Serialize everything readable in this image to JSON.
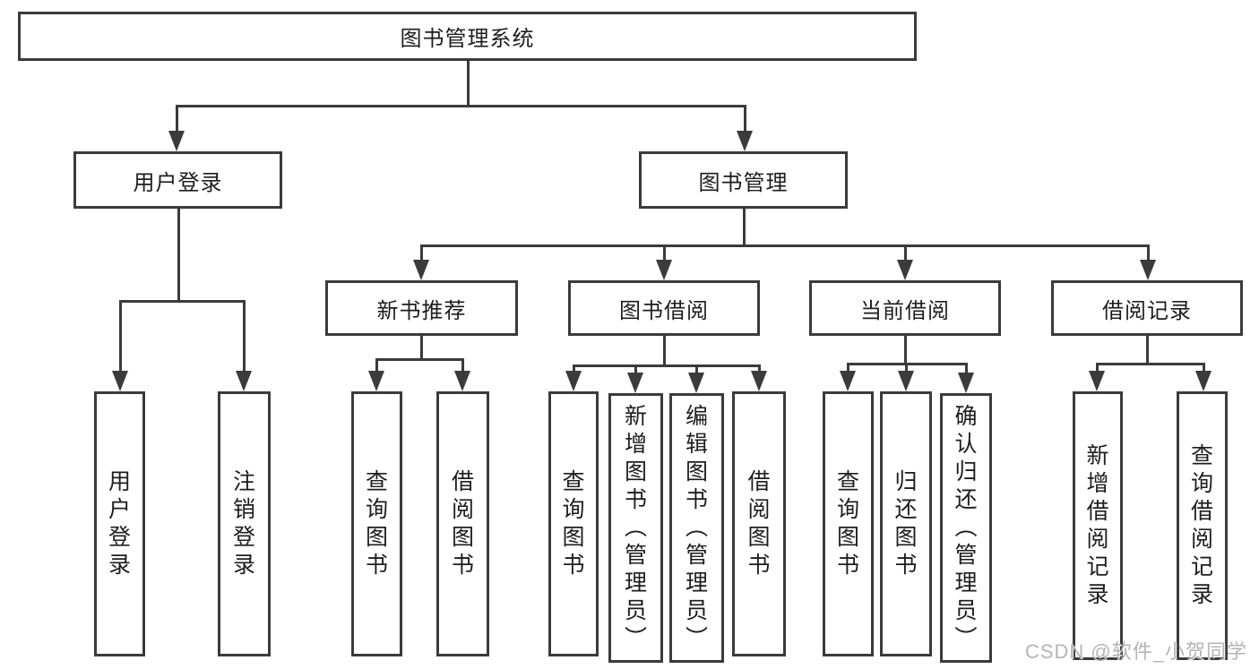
{
  "diagram": {
    "title": "图书管理系统",
    "watermark": "CSDN @软件_小贺同学",
    "colors": {
      "background": "#ffffff",
      "box_border": "#3b3b3b",
      "box_fill": "#ffffff",
      "line": "#3b3b3b",
      "text": "#1d1d1d",
      "watermark": "#b4b4b4"
    },
    "nodes": [
      {
        "id": "root",
        "label": "图书管理系统",
        "orientation": "horizontal",
        "level": 1
      },
      {
        "id": "user-login",
        "label": "用户登录",
        "orientation": "horizontal",
        "level": 2
      },
      {
        "id": "book-management",
        "label": "图书管理",
        "orientation": "horizontal",
        "level": 2
      },
      {
        "id": "new-book-recommend",
        "label": "新书推荐",
        "orientation": "horizontal",
        "level": 3
      },
      {
        "id": "book-borrowing",
        "label": "图书借阅",
        "orientation": "horizontal",
        "level": 3
      },
      {
        "id": "current-borrowing",
        "label": "当前借阅",
        "orientation": "horizontal",
        "level": 3
      },
      {
        "id": "borrow-records",
        "label": "借阅记录",
        "orientation": "horizontal",
        "level": 3
      },
      {
        "id": "user-login-op",
        "label": "用户登录",
        "orientation": "vertical",
        "level": 4
      },
      {
        "id": "logout-op",
        "label": "注销登录",
        "orientation": "vertical",
        "level": 4
      },
      {
        "id": "query-books-1",
        "label": "查询图书",
        "orientation": "vertical",
        "level": 4
      },
      {
        "id": "borrow-books-1",
        "label": "借阅图书",
        "orientation": "vertical",
        "level": 4
      },
      {
        "id": "query-books-2",
        "label": "查询图书",
        "orientation": "vertical",
        "level": 4
      },
      {
        "id": "add-books-admin",
        "label": "新增图书（管理员）",
        "orientation": "vertical",
        "level": 4
      },
      {
        "id": "edit-books-admin",
        "label": "编辑图书（管理员）",
        "orientation": "vertical",
        "level": 4
      },
      {
        "id": "borrow-books-2",
        "label": "借阅图书",
        "orientation": "vertical",
        "level": 4
      },
      {
        "id": "query-books-3",
        "label": "查询图书",
        "orientation": "vertical",
        "level": 4
      },
      {
        "id": "return-books",
        "label": "归还图书",
        "orientation": "vertical",
        "level": 4
      },
      {
        "id": "confirm-return-admin",
        "label": "确认归还（管理员）",
        "orientation": "vertical",
        "level": 4
      },
      {
        "id": "add-borrow-record",
        "label": "新增借阅记录",
        "orientation": "vertical",
        "level": 4
      },
      {
        "id": "query-borrow-record",
        "label": "查询借阅记录",
        "orientation": "vertical",
        "level": 4
      }
    ],
    "edges": [
      {
        "from": "root",
        "to": [
          "user-login",
          "book-management"
        ]
      },
      {
        "from": "user-login",
        "to": [
          "user-login-op",
          "logout-op"
        ]
      },
      {
        "from": "book-management",
        "to": [
          "new-book-recommend",
          "book-borrowing",
          "current-borrowing",
          "borrow-records"
        ]
      },
      {
        "from": "new-book-recommend",
        "to": [
          "query-books-1",
          "borrow-books-1"
        ]
      },
      {
        "from": "book-borrowing",
        "to": [
          "query-books-2",
          "add-books-admin",
          "edit-books-admin",
          "borrow-books-2"
        ]
      },
      {
        "from": "current-borrowing",
        "to": [
          "query-books-3",
          "return-books",
          "confirm-return-admin"
        ]
      },
      {
        "from": "borrow-records",
        "to": [
          "add-borrow-record",
          "query-borrow-record"
        ]
      }
    ]
  }
}
